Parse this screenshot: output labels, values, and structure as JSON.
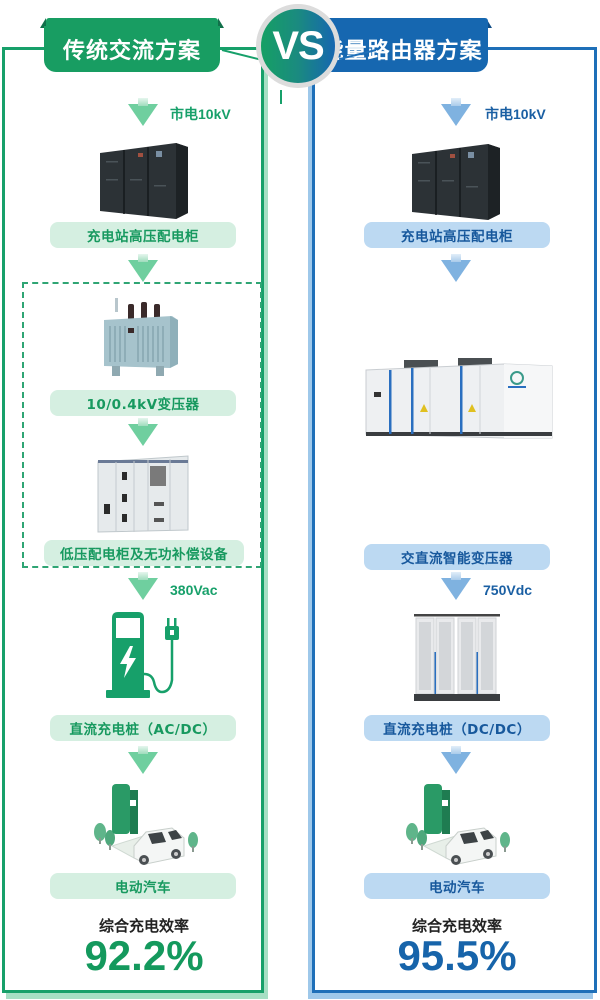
{
  "vs_badge": "VS",
  "left": {
    "title": "传统交流方案",
    "accent": "#17a06a",
    "input_voltage": "市电10kV",
    "steps": [
      {
        "label": "充电站高压配电柜",
        "icon": "hv-switchgear-cabinet"
      },
      {
        "label": "10/0.4kV变压器",
        "icon": "oil-transformer"
      },
      {
        "label": "低压配电柜及无功补偿设备",
        "icon": "lv-switchgear-cabinet"
      },
      {
        "label": "直流充电桩（AC/DC）",
        "icon": "charging-pile-icon"
      },
      {
        "label": "电动汽车",
        "icon": "electric-car-charging"
      }
    ],
    "output_voltage": "380Vac",
    "efficiency_label": "综合充电效率",
    "efficiency_value": "92.2%"
  },
  "right": {
    "title": "能量路由器方案",
    "accent": "#1e6fb8",
    "input_voltage": "市电10kV",
    "steps": [
      {
        "label": "充电站高压配电柜",
        "icon": "hv-switchgear-cabinet"
      },
      {
        "label": "交直流智能变压器",
        "icon": "smart-transformer-cabinet"
      },
      {
        "label": "直流充电桩（DC/DC）",
        "icon": "dc-charger-cabinet"
      },
      {
        "label": "电动汽车",
        "icon": "electric-car-charging"
      }
    ],
    "output_voltage": "750Vdc",
    "efficiency_label": "综合充电效率",
    "efficiency_value": "95.5%"
  }
}
